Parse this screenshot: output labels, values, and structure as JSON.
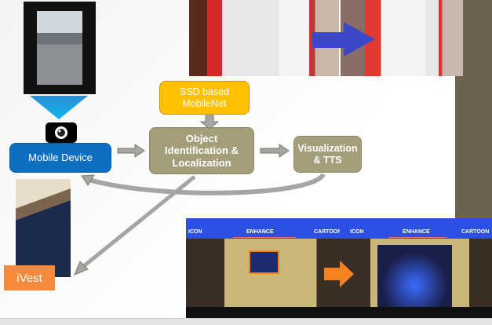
{
  "diagram": {
    "nodes": {
      "mobile_device": "Mobile Device",
      "ssd": "SSD based MobileNet",
      "object_id": "Object Identification & Localization",
      "visualization": "Visualization & TTS"
    },
    "app_tabs": [
      "ICON",
      "ENHANCE",
      "CARTOON"
    ],
    "logo_text": "iVest",
    "colors": {
      "mobile_device": "#0d6fc2",
      "ssd": "#ffc000",
      "process": "#a49f7a",
      "arrow_blue": "#3b48c8",
      "arrow_orange": "#f58220",
      "logo": "#f58a3c",
      "sidebar": "#6b6350"
    }
  }
}
